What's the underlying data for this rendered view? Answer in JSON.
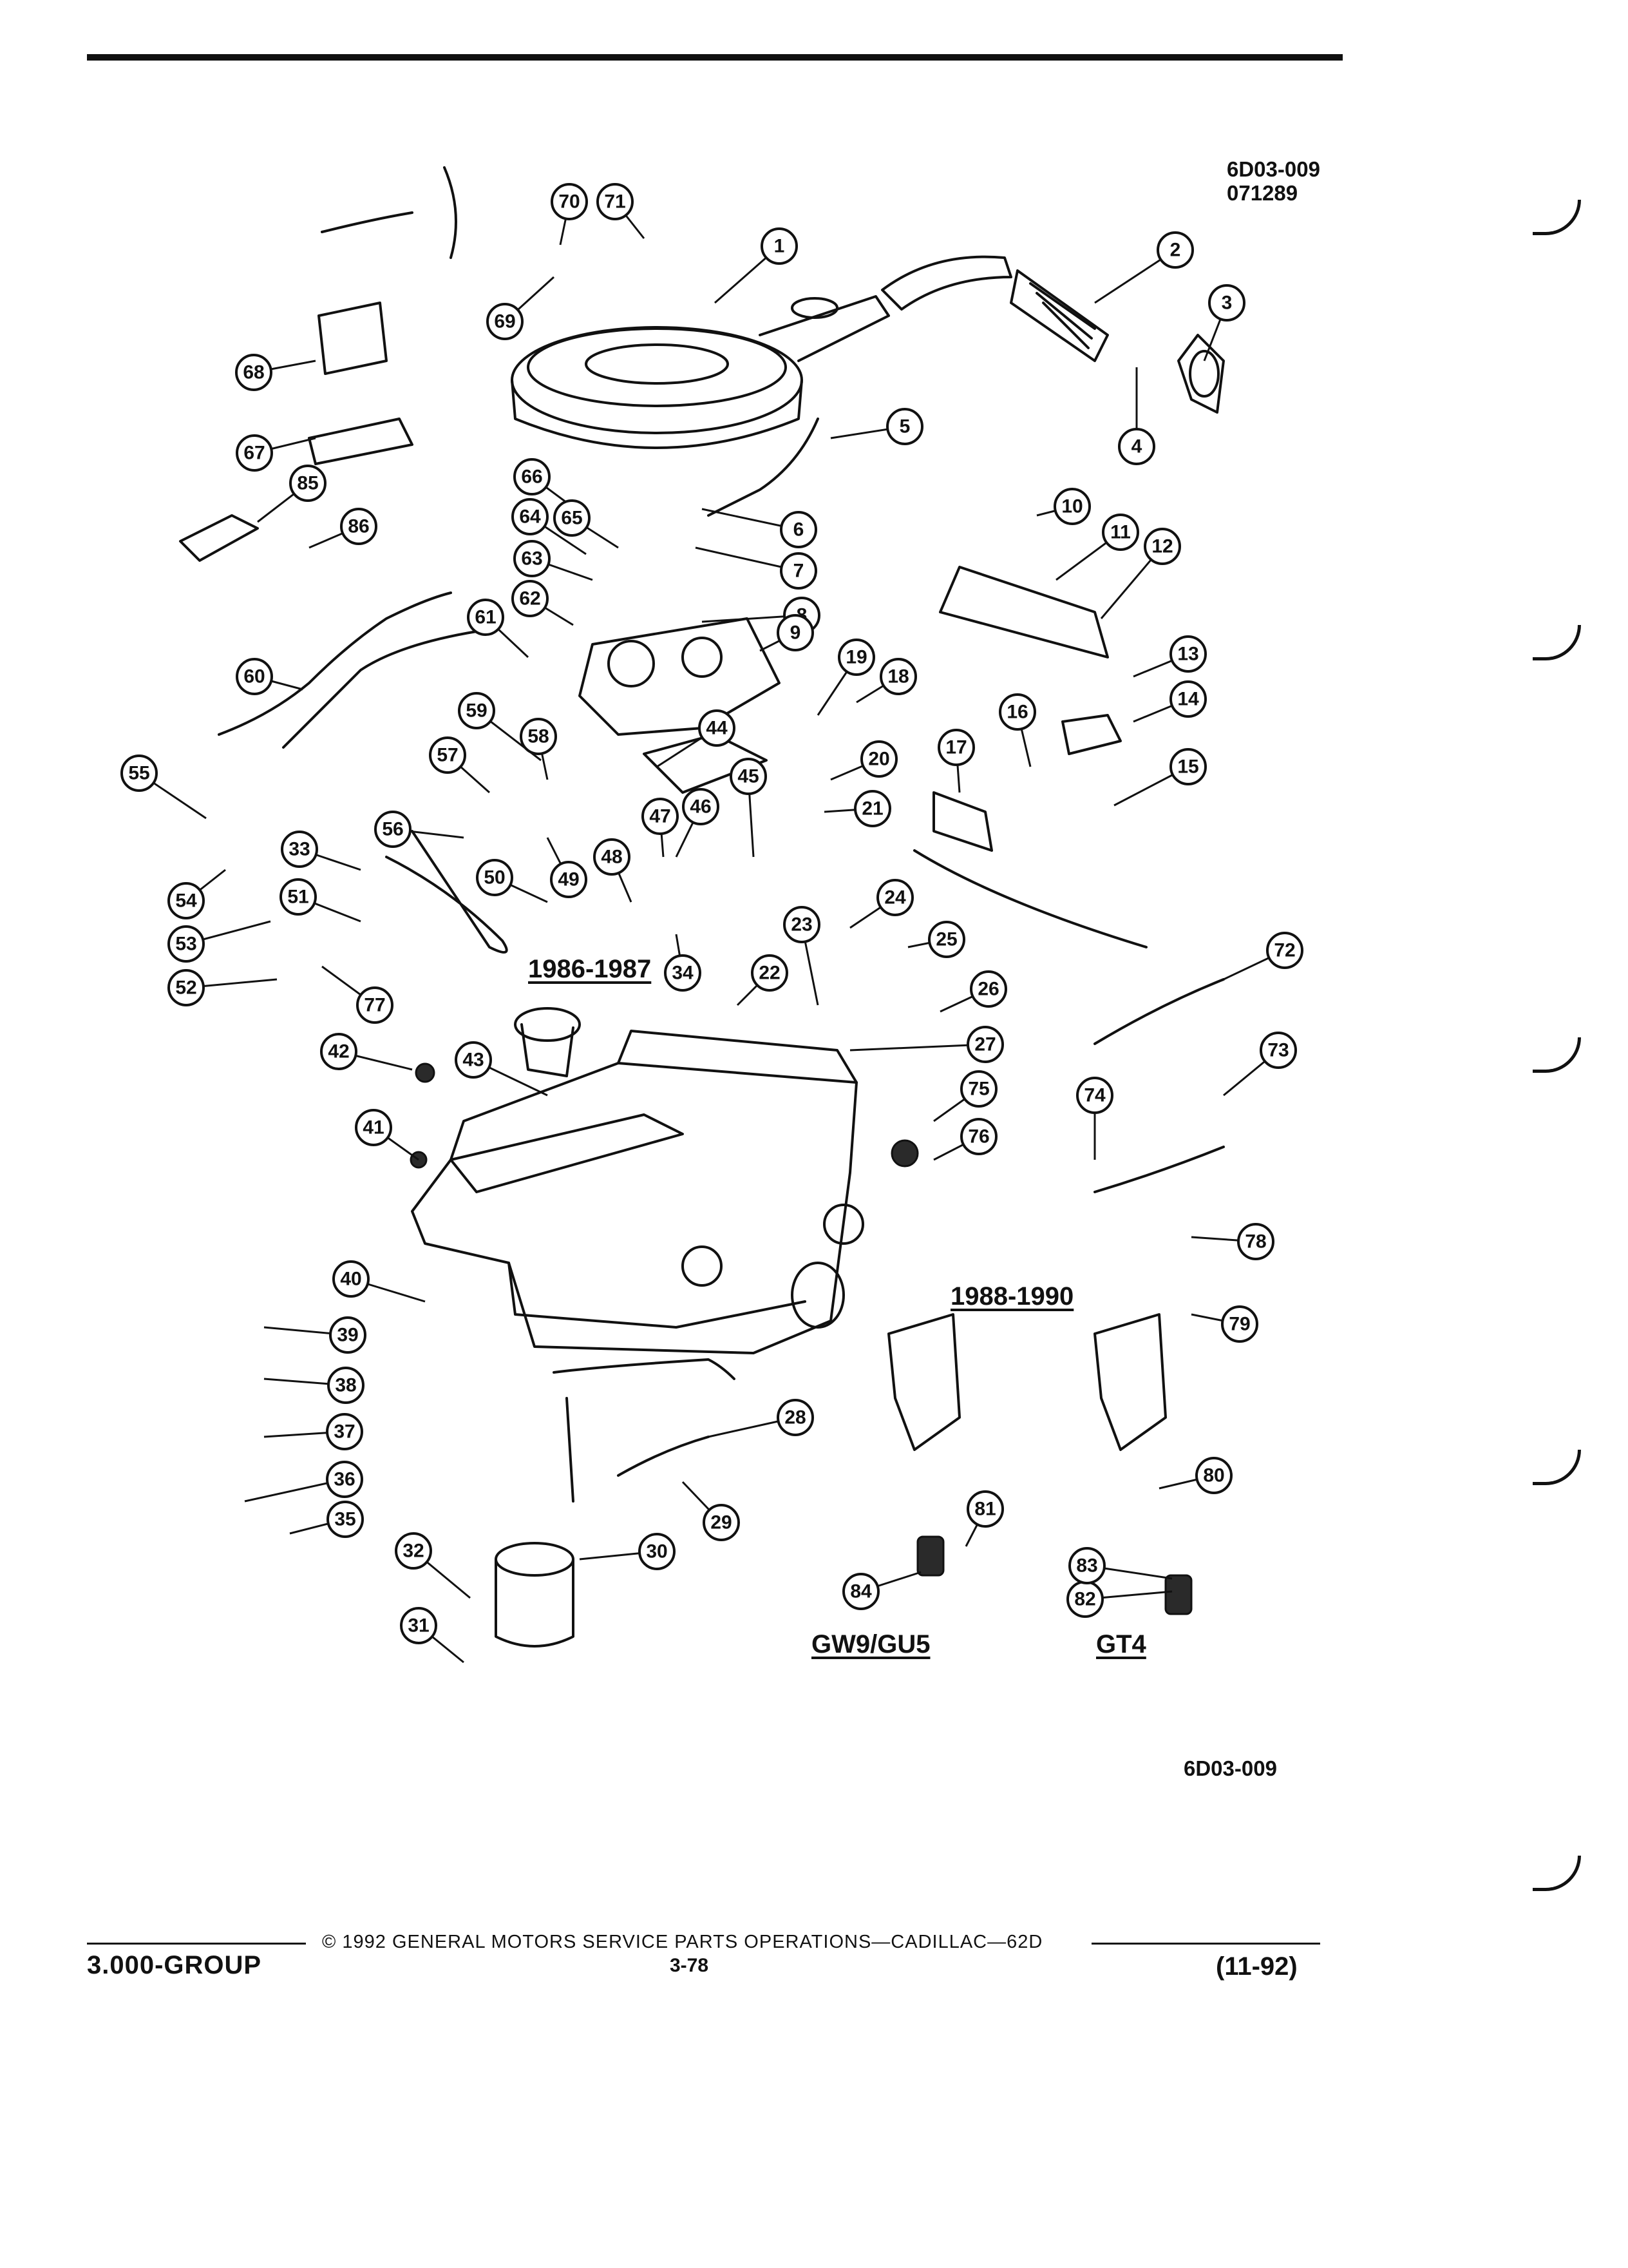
{
  "header": {
    "figure_code": "6D03-009",
    "figure_date": "071289"
  },
  "variant_labels": {
    "years_early": "1986-1987",
    "years_late": "1988-1990",
    "option_a": "GW9/GU5",
    "option_b": "GT4"
  },
  "callouts": [
    "1",
    "2",
    "3",
    "4",
    "5",
    "6",
    "7",
    "8",
    "9",
    "10",
    "11",
    "12",
    "13",
    "14",
    "15",
    "16",
    "17",
    "18",
    "19",
    "20",
    "21",
    "22",
    "23",
    "24",
    "25",
    "26",
    "27",
    "28",
    "29",
    "30",
    "31",
    "32",
    "33",
    "34",
    "35",
    "36",
    "37",
    "38",
    "39",
    "40",
    "41",
    "42",
    "43",
    "44",
    "45",
    "46",
    "47",
    "48",
    "49",
    "50",
    "51",
    "52",
    "53",
    "54",
    "55",
    "56",
    "57",
    "58",
    "59",
    "60",
    "61",
    "62",
    "63",
    "64",
    "65",
    "66",
    "67",
    "68",
    "69",
    "70",
    "71",
    "72",
    "73",
    "74",
    "75",
    "76",
    "77",
    "78",
    "79",
    "80",
    "81",
    "82",
    "83",
    "84",
    "85",
    "86"
  ],
  "bottom_figure_code": "6D03-009",
  "footer": {
    "copyright": "© 1992  GENERAL MOTORS SERVICE PARTS OPERATIONS—CADILLAC—62D",
    "page": "3-78",
    "group": "3.000-GROUP",
    "date": "(11-92)"
  }
}
